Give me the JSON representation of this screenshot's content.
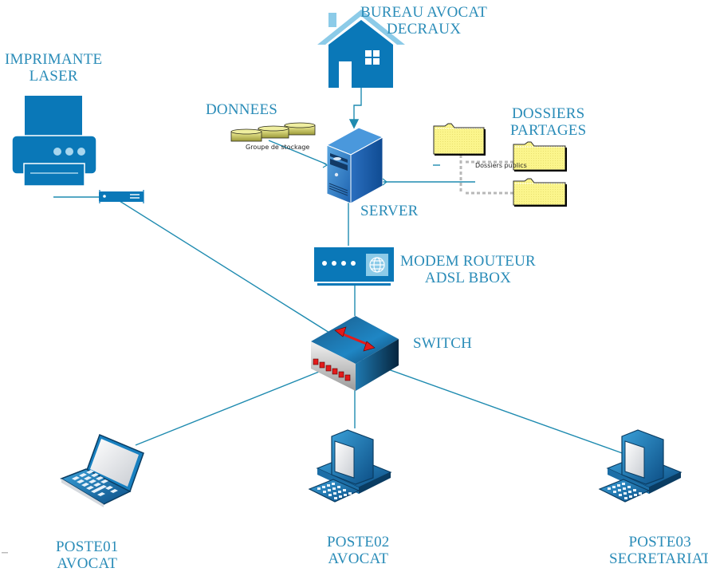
{
  "diagram": {
    "title": "Network diagram - Bureau Avocat Decraux",
    "colors": {
      "primary_blue": "#0a78b8",
      "light_blue": "#8ccbe8",
      "label_blue": "#2a8cb8",
      "link_line": "#1f8bb0",
      "folder_yellow": "#fbf58c",
      "storage_gold": "#d8d66a",
      "switch_port_red": "#e21b1b"
    },
    "nodes": {
      "office": {
        "label_line1": "BUREAU AVOCAT",
        "label_line2": "DECRAUX",
        "icon": "house-icon"
      },
      "printer": {
        "label_line1": "IMPRIMANTE",
        "label_line2": "LASER",
        "icon": "printer-icon"
      },
      "print_adapter": {
        "icon": "network-adapter-icon"
      },
      "storage": {
        "label": "DONNEES",
        "caption": "Groupe de stockage",
        "icon": "storage-disks-icon"
      },
      "server": {
        "label": "SERVER",
        "icon": "server-tower-icon"
      },
      "shared_folders": {
        "label_line1": "DOSSIERS",
        "label_line2": "PARTAGES",
        "caption": "Dossiers publics",
        "icon": "folder-icon"
      },
      "modem": {
        "label_line1": "MODEM ROUTEUR",
        "label_line2": "ADSL BBOX",
        "icon": "modem-router-icon"
      },
      "switch": {
        "label": "SWITCH",
        "icon": "network-switch-icon"
      },
      "poste01": {
        "label_line1": "POSTE01",
        "label_line2": "AVOCAT",
        "icon": "laptop-icon"
      },
      "poste02": {
        "label_line1": "POSTE02",
        "label_line2": "AVOCAT",
        "icon": "desktop-computer-icon"
      },
      "poste03": {
        "label_line1": "POSTE03",
        "label_line2": "SECRETARIAT",
        "icon": "desktop-computer-icon"
      }
    },
    "links": [
      {
        "from": "office",
        "to": "server"
      },
      {
        "from": "storage",
        "to": "server"
      },
      {
        "from": "server",
        "to": "shared_folders"
      },
      {
        "from": "server",
        "to": "modem"
      },
      {
        "from": "modem",
        "to": "switch"
      },
      {
        "from": "printer",
        "to": "switch"
      },
      {
        "from": "switch",
        "to": "poste01"
      },
      {
        "from": "switch",
        "to": "poste02"
      },
      {
        "from": "switch",
        "to": "poste03"
      }
    ]
  }
}
